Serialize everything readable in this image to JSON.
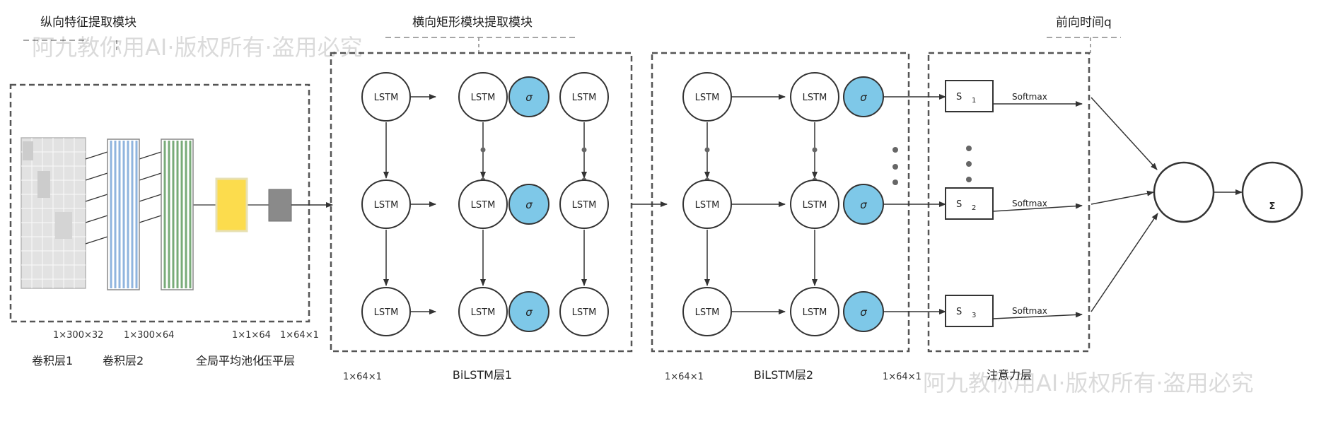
{
  "titles": {
    "vertical_feature": "纵向特征提取模块",
    "horizontal_module": "横向矩形模块提取模块",
    "forward_time": "前向时间q"
  },
  "cnn": {
    "dims": [
      "1×300×32",
      "1×300×64",
      "1×1×64",
      "1×64×1"
    ],
    "labels": [
      "卷积层1",
      "卷积层2",
      "全局平均池化",
      "压平层"
    ]
  },
  "bilstm1": {
    "title": "BiLSTM层1",
    "dim": "1×64×1",
    "cell_label": "LSTM",
    "gate_label": "σ"
  },
  "bilstm2": {
    "title": "BiLSTM层2",
    "dim_left": "1×64×1",
    "dim_right": "1×64×1",
    "cell_label": "LSTM",
    "gate_label": "σ"
  },
  "attention": {
    "title": "注意力层",
    "nodes": [
      {
        "s": "S",
        "sub": "1",
        "fn": "Softmax"
      },
      {
        "s": "S",
        "sub": "2",
        "fn": "Softmax"
      },
      {
        "s": "S",
        "sub": "3",
        "fn": "Softmax"
      }
    ]
  },
  "output": {
    "sum_symbol": "Σ"
  },
  "watermark": {
    "text_top": "阿九教你用AI·版权所有·盗用必究",
    "text_bottom": "阿九教你用AI·版权所有·盗用必究"
  },
  "colors": {
    "gate_fill": "#7ec8e8",
    "conv1": "#e2e2e2",
    "conv2_stripe": "#8fb4de",
    "conv3_stripe": "#78ab78",
    "pool": "#fcdc4d",
    "flatten": "#8a8a8a"
  }
}
